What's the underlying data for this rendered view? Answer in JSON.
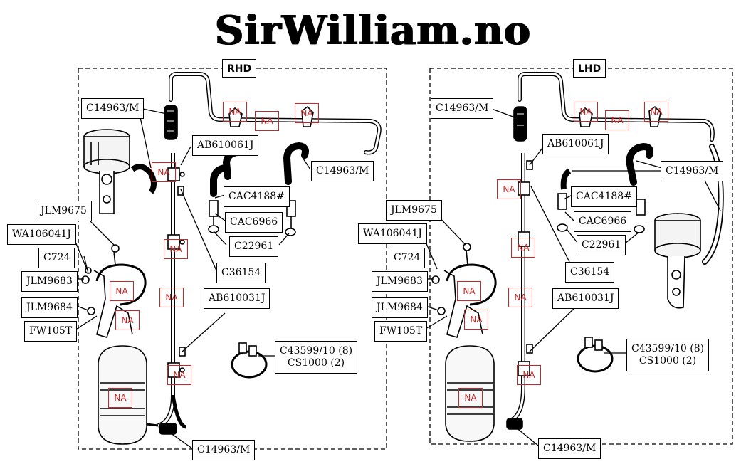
{
  "site_title": "SirWilliam.no",
  "na_label": "NA",
  "panels": {
    "rhd": {
      "label": "RHD",
      "parts": {
        "c14963_top": "C14963/M",
        "ab610061j": "AB610061J",
        "c14963_right": "C14963/M",
        "cac4188": "CAC4188#",
        "cac6966": "CAC6966",
        "c22961": "C22961",
        "c36154": "C36154",
        "ab610031j": "AB610031J",
        "jlm9675": "JLM9675",
        "wa106041j": "WA106041J",
        "c724": "C724",
        "jlm9683": "JLM9683",
        "jlm9684": "JLM9684",
        "fw105t": "FW105T",
        "c43599_line1": "C43599/10 (8)",
        "c43599_line2": "CS1000 (2)",
        "c14963_bottom": "C14963/M"
      }
    },
    "lhd": {
      "label": "LHD",
      "parts": {
        "c14963_top": "C14963/M",
        "ab610061j": "AB610061J",
        "c14963_right": "C14963/M",
        "cac4188": "CAC4188#",
        "cac6966": "CAC6966",
        "c22961": "C22961",
        "c36154": "C36154",
        "ab610031j": "AB610031J",
        "jlm9675": "JLM9675",
        "wa106041j": "WA106041J",
        "c724": "C724",
        "jlm9683": "JLM9683",
        "jlm9684": "JLM9684",
        "fw105t": "FW105T",
        "c43599_line1": "C43599/10 (8)",
        "c43599_line2": "CS1000 (2)",
        "c14963_bottom": "C14963/M"
      }
    }
  },
  "colors": {
    "ink": "#000000",
    "na_marker": "#c62828"
  }
}
